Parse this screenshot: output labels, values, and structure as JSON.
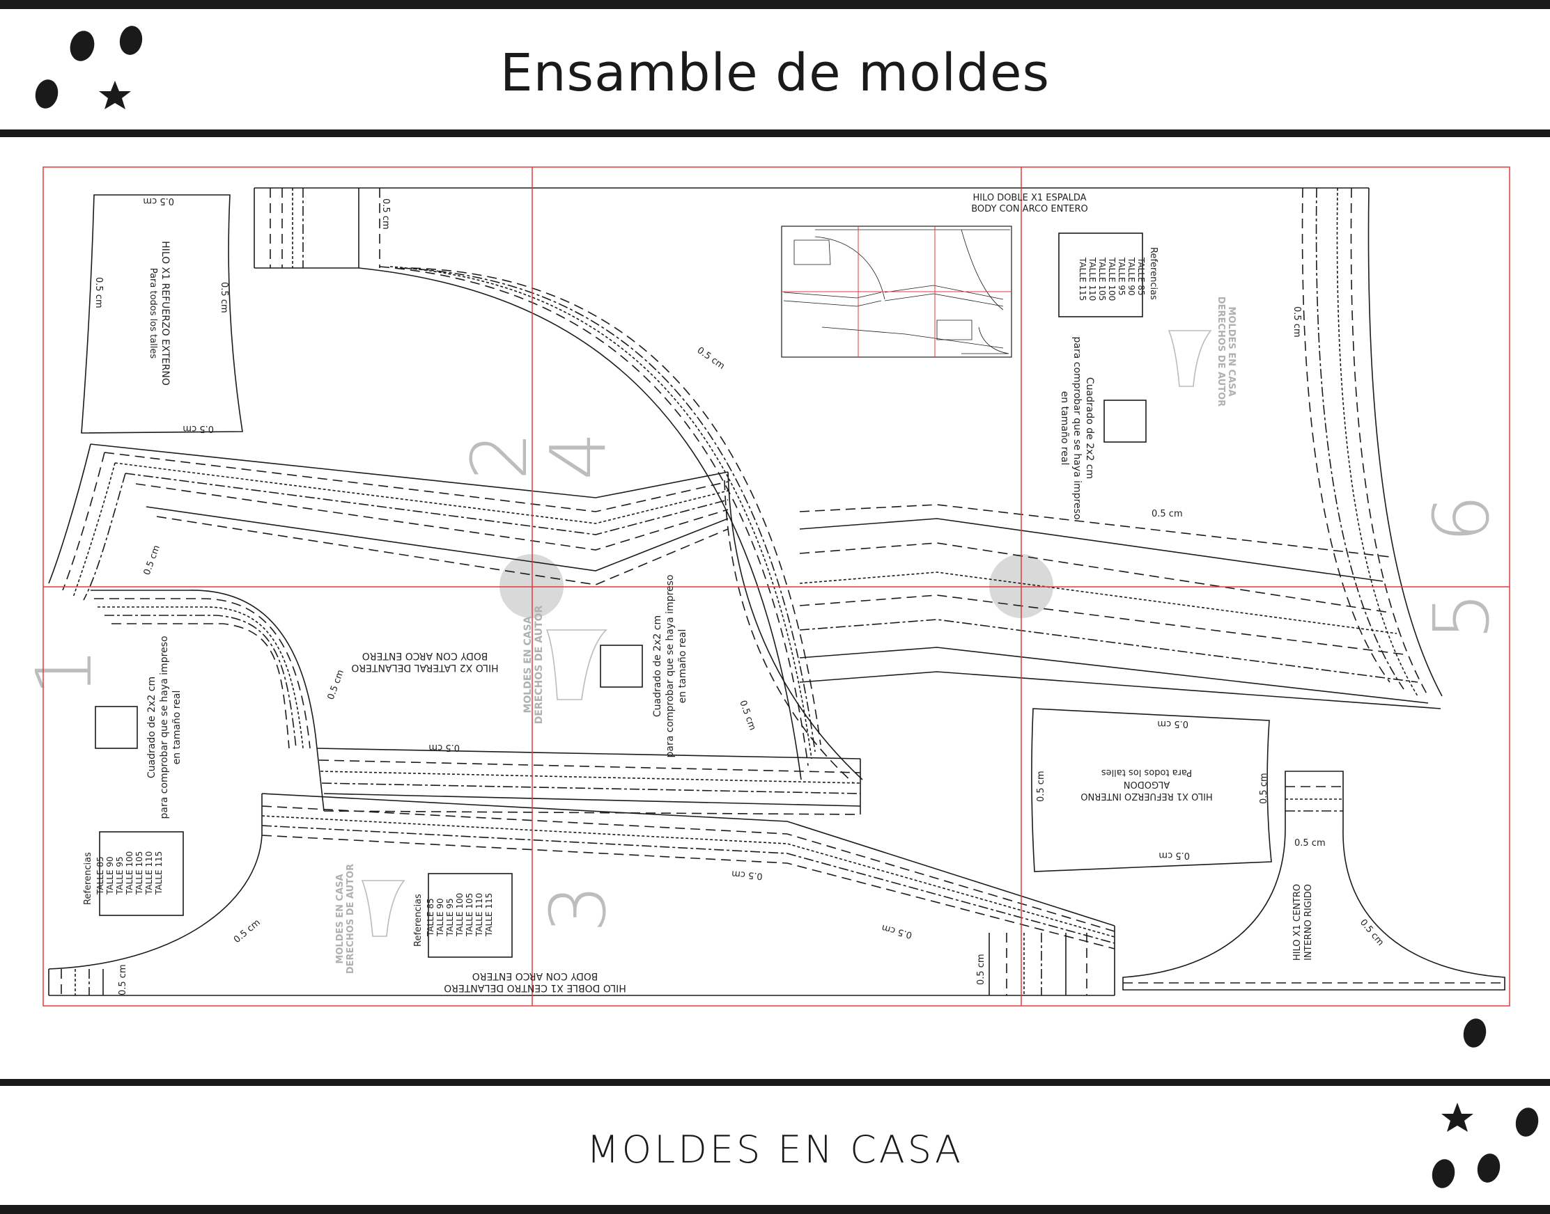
{
  "header": {
    "title": "Ensamble de moldes"
  },
  "footer": {
    "brand": "MOLDES EN CASA"
  },
  "tiles": [
    "1",
    "2",
    "3",
    "4",
    "5",
    "6"
  ],
  "measure": "0.5 cm",
  "pieces": {
    "refuerzo_externo": {
      "line1": "HILO X1 REFUERZO EXTERNO",
      "line2": "Para todos los talles"
    },
    "espalda": {
      "line1": "HILO DOBLE X1 ESPALDA",
      "line2": "BODY CON ARCO ENTERO"
    },
    "lateral": {
      "line1": "HILO X2 LATERAL DELANTERO",
      "line2": "BODY CON ARCO ENTERO"
    },
    "centro_delantero": {
      "line1": "HILO DOBLE X1  CENTRO DELANTERO",
      "line2": "BODY CON ARCO ENTERO"
    },
    "refuerzo_interno": {
      "line1": "HILO X1 REFUERZO INTERNO",
      "line2": "ALGODON",
      "line3": "Para todos los talles"
    },
    "centro_interno": {
      "line1": "HILO X1 CENTRO",
      "line2": "INTERNO RIGIDO"
    }
  },
  "square_note": {
    "line1": "Cuadrado de 2x2 cm",
    "line2": "para comprobar que se haya impreso",
    "line3": "en tamaño real"
  },
  "watermark": {
    "line1": "MOLDES EN CASA",
    "line2": "DERECHOS DE AUTOR"
  },
  "references": {
    "title": "Referencias",
    "sizes": [
      "TALLE 85",
      "TALLE 90",
      "TALLE 95",
      "TALLE 100",
      "TALLE 105",
      "TALLE 110",
      "TALLE 115"
    ]
  },
  "colors": {
    "grid": "#e23a3a",
    "ink": "#1a1a1a",
    "tile_number": "#bdbdbd",
    "marker": "#d9d9d9"
  }
}
